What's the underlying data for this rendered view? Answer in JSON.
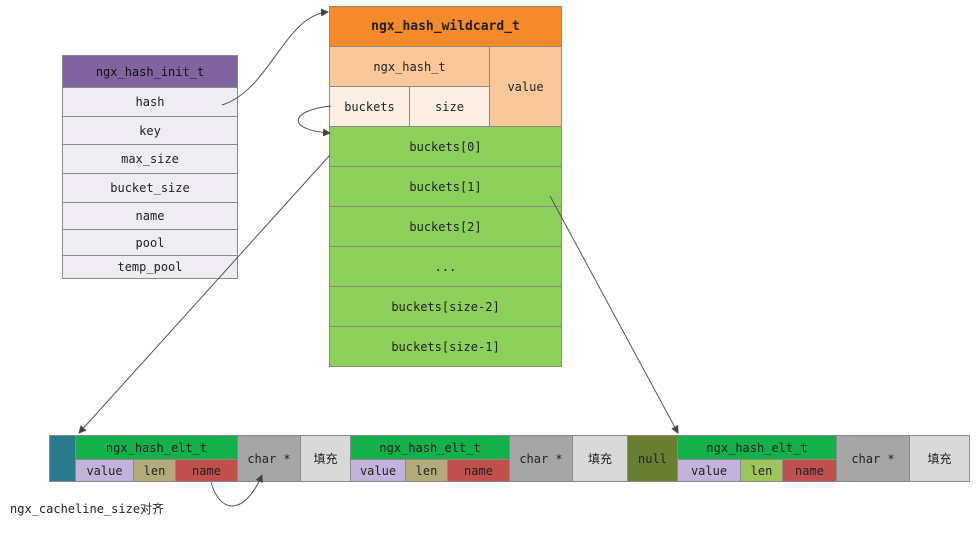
{
  "init_struct": {
    "title": "ngx_hash_init_t",
    "fields": [
      "hash",
      "key",
      "max_size",
      "bucket_size",
      "name",
      "pool",
      "temp_pool"
    ]
  },
  "wildcard_struct": {
    "title": "ngx_hash_wildcard_t",
    "hash_label": "ngx_hash_t",
    "value_label": "value",
    "buckets_label": "buckets",
    "size_label": "size",
    "bucket_rows": [
      "buckets[0]",
      "buckets[1]",
      "buckets[2]",
      "...",
      "buckets[size-2]",
      "buckets[size-1]"
    ]
  },
  "elements_strip": {
    "elt_title": "ngx_hash_elt_t",
    "value_label": "value",
    "len_label": "len",
    "name_label": "name",
    "char_ptr_label": "char *",
    "padding_label": "填充",
    "null_label": "null"
  },
  "note": "ngx_cacheline_size对齐",
  "colors": {
    "init_header": "#8064a2",
    "wildcard_header": "#f58a2a",
    "hash_peach": "#f9c79a",
    "buckets_green": "#8ccf5a",
    "elt_header": "#14b14b",
    "name_red": "#c0504d"
  }
}
